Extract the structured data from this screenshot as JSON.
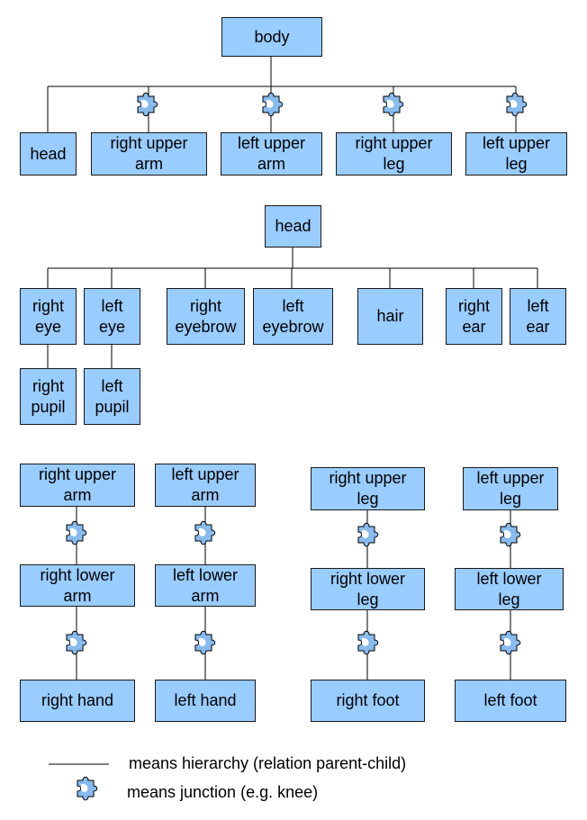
{
  "nodes": {
    "body": "body",
    "head": "head",
    "right_upper_arm": "right upper\narm",
    "left_upper_arm": "left upper\narm",
    "right_upper_leg": "right upper\nleg",
    "left_upper_leg": "left upper\nleg",
    "head_root": "head",
    "right_eye": "right\neye",
    "left_eye": "left\neye",
    "right_eyebrow": "right\neyebrow",
    "left_eyebrow": "left\neyebrow",
    "hair": "hair",
    "right_ear": "right\near",
    "left_ear": "left\near",
    "right_pupil": "right\npupil",
    "left_pupil": "left\npupil",
    "arm_r_upper": "right upper\narm",
    "arm_r_lower": "right lower\narm",
    "arm_r_hand": "right hand",
    "arm_l_upper": "left upper\narm",
    "arm_l_lower": "left lower\narm",
    "arm_l_hand": "left hand",
    "leg_r_upper": "right upper\nleg",
    "leg_r_lower": "right lower\nleg",
    "leg_r_foot": "right foot",
    "leg_l_upper": "left upper\nleg",
    "leg_l_lower": "left lower\nleg",
    "leg_l_foot": "left foot"
  },
  "legend": {
    "hierarchy": "means hierarchy (relation parent-child)",
    "junction": "means junction (e.g. knee)"
  },
  "colors": {
    "box_fill": "#99ccff",
    "puzzle_fill": "#88bbee",
    "line": "#000000"
  },
  "icons": {
    "junction": "puzzle-piece-icon"
  }
}
